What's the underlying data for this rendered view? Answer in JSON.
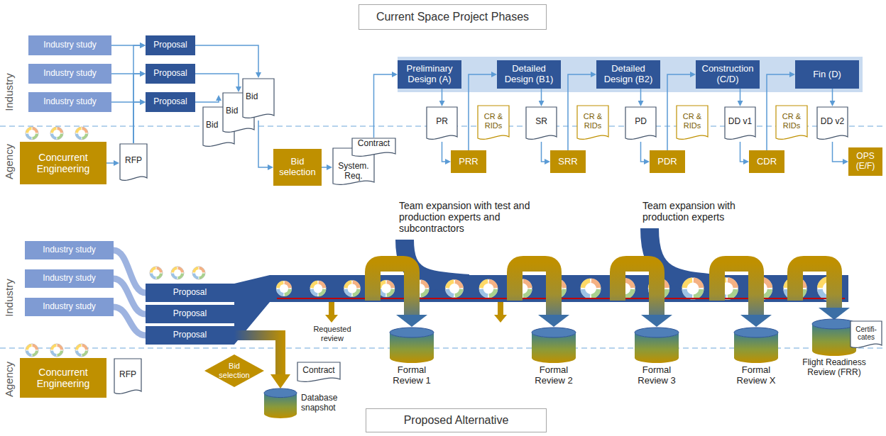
{
  "diagram": {
    "title": "Current Space Project Phases",
    "caption": "Proposed Alternative",
    "nodes": [
      {
        "text": [
          "Industry study"
        ]
      },
      {
        "text": [
          "Industry study"
        ]
      },
      {
        "text": [
          "Industry study"
        ]
      },
      {
        "text": [
          "Proposal"
        ]
      },
      {
        "text": [
          "Proposal"
        ]
      },
      {
        "text": [
          "Proposal"
        ]
      },
      {
        "text": [
          "Bid"
        ]
      },
      {
        "text": [
          "Bid"
        ]
      },
      {
        "text": [
          "Bid"
        ]
      },
      {
        "text": [
          "Concurrent Engineering"
        ]
      },
      {
        "text": [
          "RFP"
        ]
      },
      {
        "text": [
          "Bid selection"
        ]
      },
      {
        "text": [
          "System. Req."
        ]
      },
      {
        "text": [
          "Contract"
        ]
      },
      {
        "text": [
          "Preliminary Design (A)"
        ]
      },
      {
        "text": [
          "Detailed Design (B1)"
        ]
      },
      {
        "text": [
          "Detailed Design (B2)"
        ]
      },
      {
        "text": [
          "Construction (C/D)"
        ]
      },
      {
        "text": [
          "Fin (D)"
        ]
      },
      {
        "text": [
          "PR"
        ]
      },
      {
        "text": [
          "CR & RIDs"
        ]
      },
      {
        "text": [
          "PRR"
        ]
      },
      {
        "text": [
          "SR"
        ]
      },
      {
        "text": [
          "CR & RIDs"
        ]
      },
      {
        "text": [
          "SRR"
        ]
      },
      {
        "text": [
          "PD"
        ]
      },
      {
        "text": [
          "CR & RIDs"
        ]
      },
      {
        "text": [
          "PDR"
        ]
      },
      {
        "text": [
          "DD v1"
        ]
      },
      {
        "text": [
          "CR & RIDs"
        ]
      },
      {
        "text": [
          "CDR"
        ]
      },
      {
        "text": [
          "DD v2"
        ]
      },
      {
        "text": [
          "OPS (E/F)"
        ]
      },
      {
        "text": [
          "Industry study"
        ]
      },
      {
        "text": [
          "Industry study"
        ]
      },
      {
        "text": [
          "Industry study"
        ]
      },
      {
        "text": [
          "Concurrent Engineering"
        ]
      },
      {
        "text": [
          "RFP"
        ]
      },
      {
        "text": [
          "Proposal"
        ]
      },
      {
        "text": [
          "Proposal"
        ]
      },
      {
        "text": [
          "Proposal"
        ]
      },
      {
        "text": [
          "Bid selection"
        ]
      },
      {
        "text": [
          "Contract"
        ]
      },
      {
        "text": [
          "Database snapshot"
        ]
      },
      {
        "text": [
          "Formal Review 1"
        ]
      },
      {
        "text": [
          "Formal Review 2"
        ]
      },
      {
        "text": [
          "Formal Review 3"
        ]
      },
      {
        "text": [
          "Formal Review X"
        ]
      },
      {
        "text": [
          "Flight Readiness Review (FRR)"
        ]
      },
      {
        "text": [
          "Certifi- cates"
        ]
      }
    ],
    "edges": [
      {
        "from": 0,
        "to": 3,
        "arrow": "to"
      },
      {
        "from": 1,
        "to": 4,
        "arrow": "to"
      },
      {
        "from": 2,
        "to": 5,
        "arrow": "to"
      },
      {
        "from": 3,
        "to": 8,
        "arrow": "to"
      },
      {
        "from": 4,
        "to": 7,
        "arrow": "to"
      },
      {
        "from": 5,
        "to": 6,
        "arrow": "to"
      },
      {
        "from": 9,
        "to": 10,
        "arrow": "to"
      },
      {
        "from": 10,
        "to": 3,
        "arrow": "to"
      },
      {
        "from": 10,
        "to": 4,
        "arrow": "to"
      },
      {
        "from": 10,
        "to": 5,
        "arrow": "to"
      },
      {
        "from": 8,
        "to": 11,
        "arrow": "to"
      },
      {
        "from": 11,
        "to": 12,
        "arrow": "to"
      },
      {
        "from": 13,
        "to": 14,
        "arrow": "to"
      },
      {
        "from": 14,
        "to": 19,
        "arrow": "to"
      },
      {
        "from": 19,
        "to": 21,
        "arrow": "to"
      },
      {
        "from": 21,
        "to": 15,
        "arrow": "to"
      },
      {
        "from": 15,
        "to": 22,
        "arrow": "to"
      },
      {
        "from": 22,
        "to": 24,
        "arrow": "to"
      },
      {
        "from": 24,
        "to": 16,
        "arrow": "to"
      },
      {
        "from": 16,
        "to": 25,
        "arrow": "to"
      },
      {
        "from": 25,
        "to": 27,
        "arrow": "to"
      },
      {
        "from": 27,
        "to": 17,
        "arrow": "to"
      },
      {
        "from": 17,
        "to": 28,
        "arrow": "to"
      },
      {
        "from": 28,
        "to": 30,
        "arrow": "to"
      },
      {
        "from": 30,
        "to": 18,
        "arrow": "to"
      },
      {
        "from": 18,
        "to": 31,
        "arrow": "to"
      },
      {
        "from": 31,
        "to": 32,
        "arrow": "to"
      },
      {
        "from": 33,
        "to": 38,
        "arrow": "none"
      },
      {
        "from": 34,
        "to": 39,
        "arrow": "none"
      },
      {
        "from": 35,
        "to": 40,
        "arrow": "none"
      },
      {
        "from": 40,
        "to": 43,
        "arrow": "to"
      }
    ],
    "labels": [
      "Industry",
      "Agency",
      "Industry",
      "Agency",
      "Team expansion with test and production experts and subcontractors",
      "Team expansion with production experts",
      "Requested review"
    ]
  }
}
